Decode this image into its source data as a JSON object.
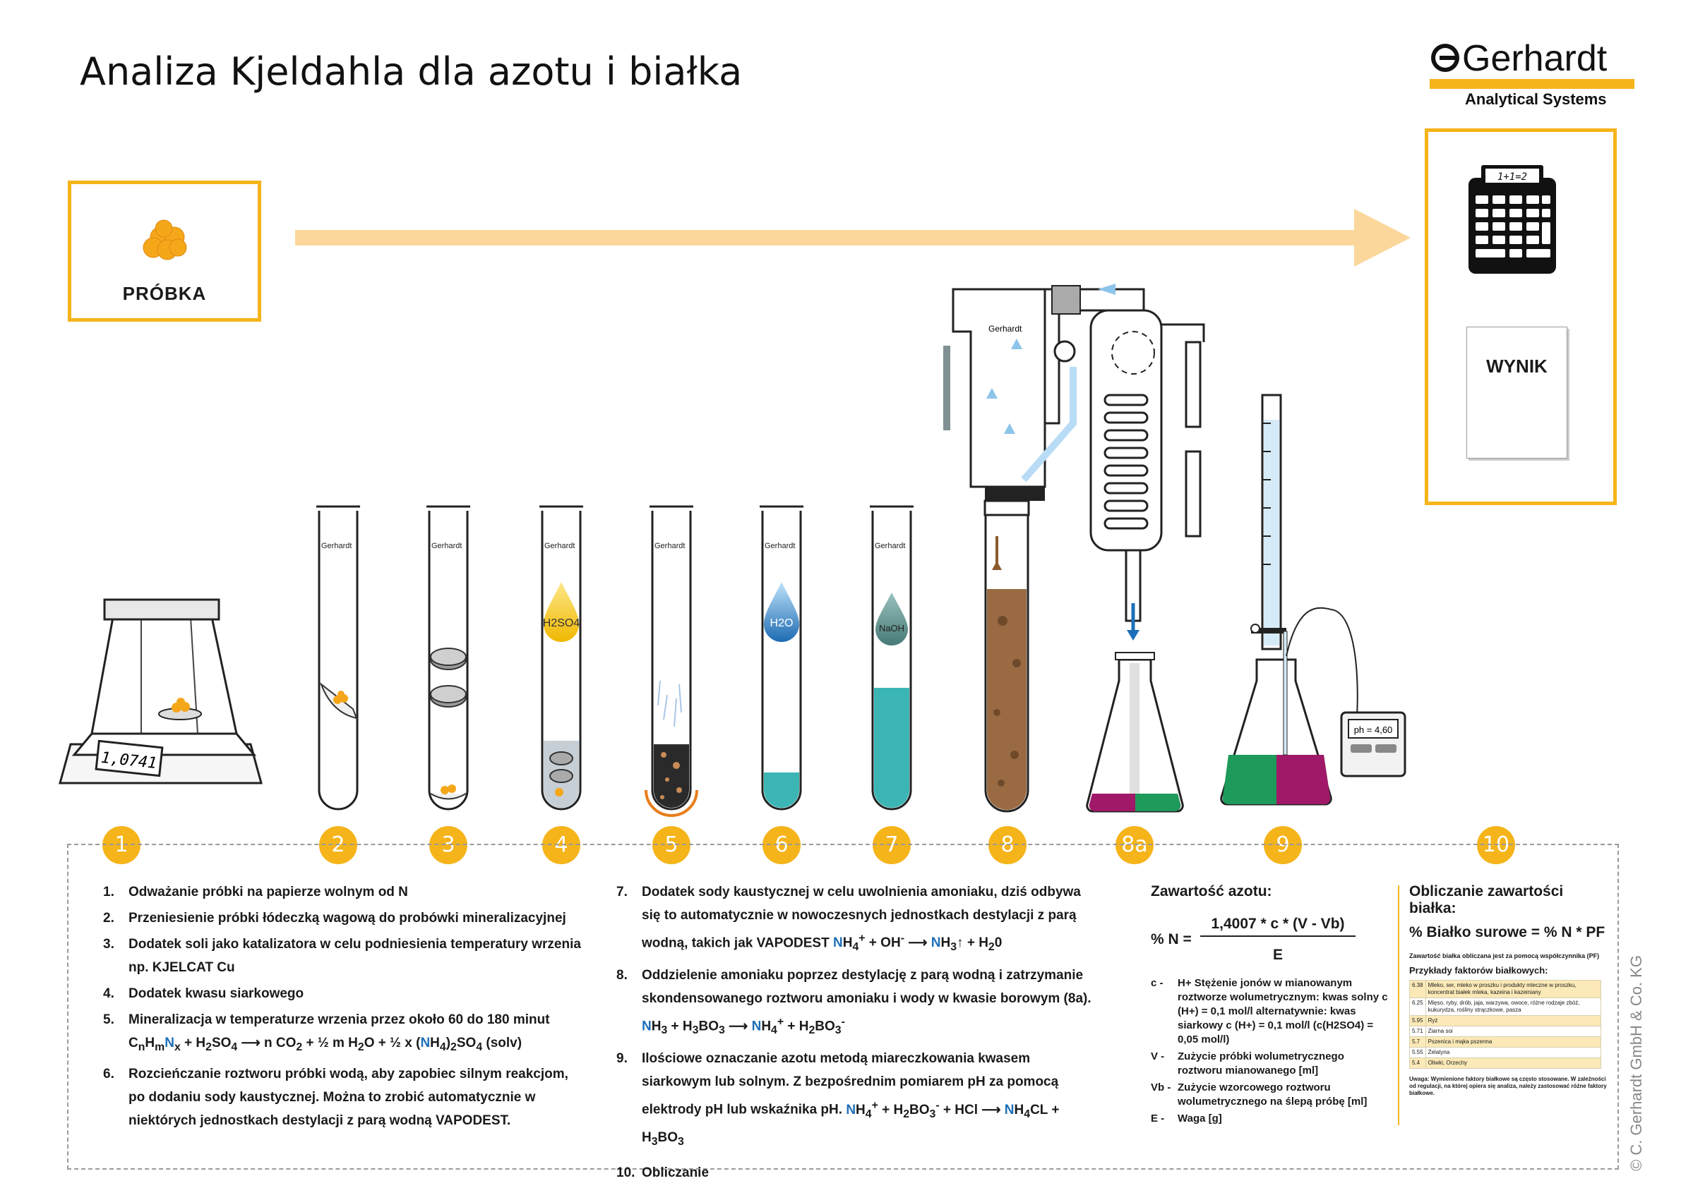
{
  "title": "Analiza Kjeldahla dla azotu i białka",
  "logo": {
    "brand": "Gerhardt",
    "tagline": "Analytical Systems"
  },
  "sample_label": "PRÓBKA",
  "result_label": "WYNIK",
  "calculator_display": "1+1=2",
  "balance_display": "1,0741",
  "ph_meter_display": "ph = 4,60",
  "tube_brand": "Gerhardt",
  "reagents": {
    "acid": "H2SO4",
    "water": "H2O",
    "base": "NaOH"
  },
  "step_numbers": [
    "1",
    "2",
    "3",
    "4",
    "5",
    "6",
    "7",
    "8",
    "8a",
    "9",
    "10"
  ],
  "steps_left": [
    {
      "n": "1.",
      "t": "Odważanie próbki na papierze wolnym od N"
    },
    {
      "n": "2.",
      "t": "Przeniesienie próbki łódeczką wagową do probówki mineralizacyjnej"
    },
    {
      "n": "3.",
      "t": "Dodatek soli jako katalizatora w celu podniesienia temperatury wrzenia np. KJELCAT Cu"
    },
    {
      "n": "4.",
      "t": "Dodatek kwasu siarkowego"
    },
    {
      "n": "5.",
      "t": "Mineralizacja w temperaturze wrzenia przez około 60 do 180 minut"
    },
    {
      "n": "6.",
      "t": "Rozcieńczanie roztworu próbki wodą, aby zapobiec silnym reakcjom, po dodaniu sody kaustycznej.  Można to zrobić automatycznie w niektórych jednostkach destylacji z parą wodną VAPODEST."
    }
  ],
  "steps_right": [
    {
      "n": "7.",
      "t": "Dodatek sody kaustycznej w celu uwolnienia amoniaku, dziś odbywa się to automatycznie w nowoczesnych jednostkach destylacji z parą wodną, takich jak VAPODEST"
    },
    {
      "n": "8.",
      "t": "Oddzielenie amoniaku poprzez destylację z parą wodną i zatrzymanie skondensowanego roztworu amoniaku i wody w kwasie borowym (8a)."
    },
    {
      "n": "9.",
      "t": "Ilościowe oznaczanie azotu metodą miareczkowania kwasem siarkowym lub solnym. Z bezpośrednim pomiarem pH za pomocą elektrody pH lub wskaźnika pH."
    },
    {
      "n": "10.",
      "t": "Obliczanie"
    }
  ],
  "nitrogen": {
    "heading": "Zawartość azotu:",
    "formula_prefix": "% N =",
    "formula_num": "1,4007 * c * (V - Vb)",
    "formula_den": "E",
    "legend": [
      {
        "k": "c -",
        "t": "H+ Stężenie jonów w mianowanym roztworze wolumetrycznym: kwas solny c (H+) = 0,1 mol/l alternatywnie: kwas siarkowy c (H+) = 0,1 mol/l (c(H2SO4) = 0,05 mol/l)"
      },
      {
        "k": "V -",
        "t": "Zużycie próbki wolumetrycznego roztworu mianowanego [ml]"
      },
      {
        "k": "Vb -",
        "t": "Zużycie wzorcowego roztworu wolumetrycznego na ślepą próbę [ml]"
      },
      {
        "k": "E -",
        "t": "Waga [g]"
      }
    ]
  },
  "protein": {
    "heading": "Obliczanie zawartości białka:",
    "formula": "% Białko surowe = % N * PF",
    "note": "Zawartość białka obliczana jest za pomocą współczynnika (PF)",
    "factors_heading": "Przykłady faktorów białkowych:",
    "factors": [
      {
        "f": "6.38",
        "d": "Mleko, ser, mleko w proszku i produkty mleczne w proszku, koncentrat białek mleka, kazeina i kazeiniany"
      },
      {
        "f": "6.25",
        "d": "Mięso, ryby, drób, jaja, warzywa, owoce, różne rodzaje zbóż, kukurydza, rośliny strączkowe, pasza"
      },
      {
        "f": "5.95",
        "d": "Ryż"
      },
      {
        "f": "5.71",
        "d": "Ziarna soi"
      },
      {
        "f": "5.7",
        "d": "Pszenica i mąka pszenna"
      },
      {
        "f": "5.55",
        "d": "Żelatyna"
      },
      {
        "f": "5.4",
        "d": "Oliwki, Orzechy"
      }
    ],
    "footnote": "Uwaga: Wymienione faktory białkowe są często stosowane. W zależności od regulacji, na której opiera się analiza, należy zastosować różne faktory białkowe."
  },
  "copyright": "© C. Gerhardt GmbH & Co. KG",
  "colors": {
    "accent": "#f5b41a",
    "arrow": "#fbd79b",
    "blue": "#1e6fb8",
    "teal": "#3bb6b5",
    "brown": "#9a6b43"
  }
}
